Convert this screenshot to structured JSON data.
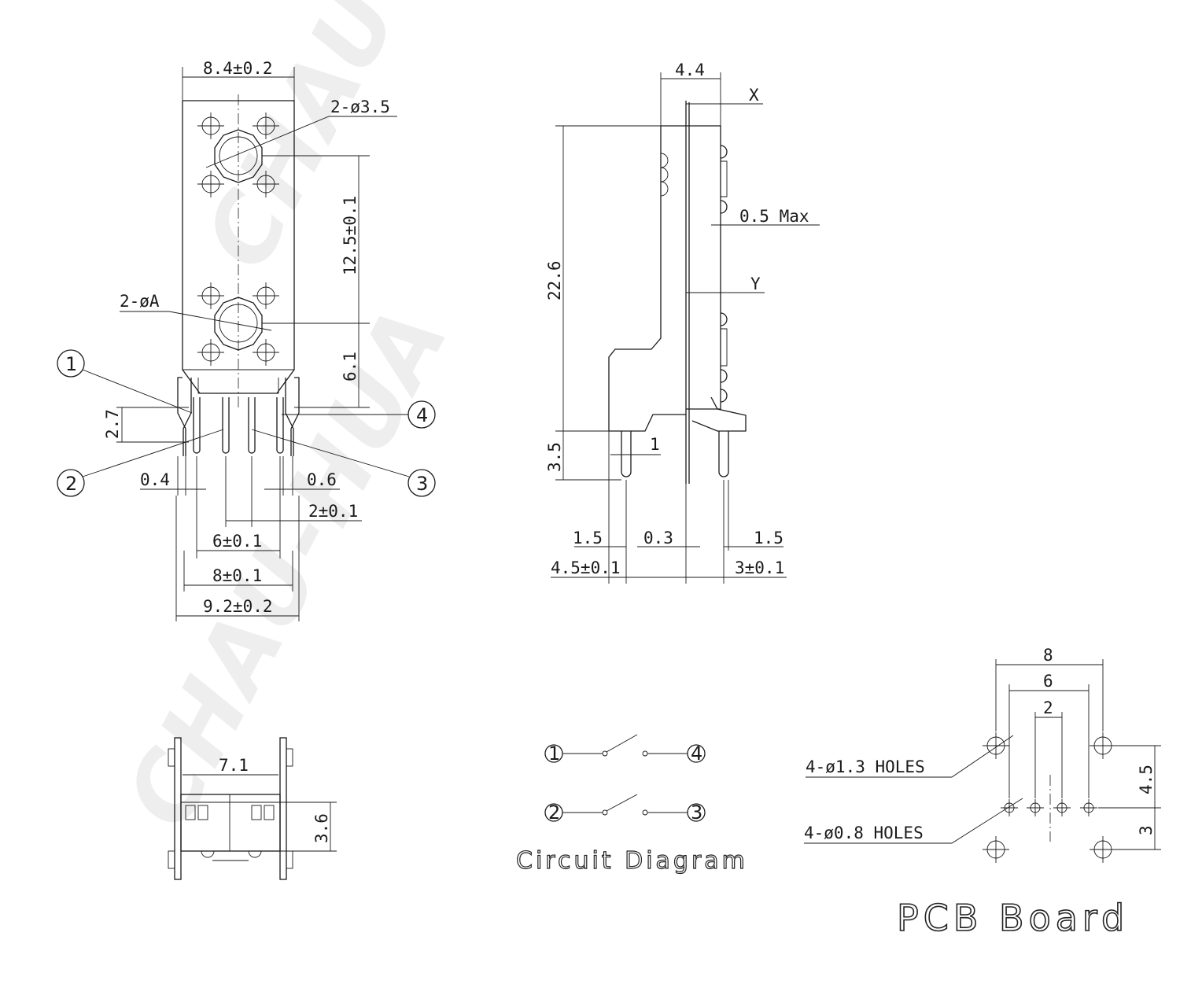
{
  "watermark": "CHAU-HUA",
  "front_view": {
    "width_top": "8.4±0.2",
    "mount_holes": "2-ø3.5",
    "pitch_vertical": "12.5±0.1",
    "hole_a": "2-øA",
    "lower_to_bottom": "6.1",
    "pin_height": "2.7",
    "pin_thickness_left": "0.4",
    "pin_thickness_right": "0.6",
    "pin_pitch": "2±0.1",
    "inner_pitch": "6±0.1",
    "outer_pitch": "8±0.1",
    "overall_width": "9.2±0.2",
    "pins": [
      "1",
      "2",
      "3",
      "4"
    ]
  },
  "side_view": {
    "depth_top": "4.4",
    "x_label": "X",
    "overall_height": "22.6",
    "max_offset": "0.5 Max",
    "y_label": "Y",
    "pin_length": "3.5",
    "pin_width": "1",
    "left_offset": "1.5",
    "gap": "0.3",
    "right_offset": "1.5",
    "left_span": "4.5±0.1",
    "right_span": "3±0.1"
  },
  "bottom_view": {
    "inner_width": "7.1",
    "height": "3.6"
  },
  "circuit": {
    "title": "Circuit Diagram",
    "pairs": [
      {
        "from": "1",
        "to": "4"
      },
      {
        "from": "2",
        "to": "3"
      }
    ]
  },
  "pcb": {
    "title": "PCB Board",
    "outer": "8",
    "mid": "6",
    "inner": "2",
    "large_holes": "4-ø1.3 HOLES",
    "small_holes": "4-ø0.8 HOLES",
    "v_upper": "4.5",
    "v_lower": "3"
  }
}
